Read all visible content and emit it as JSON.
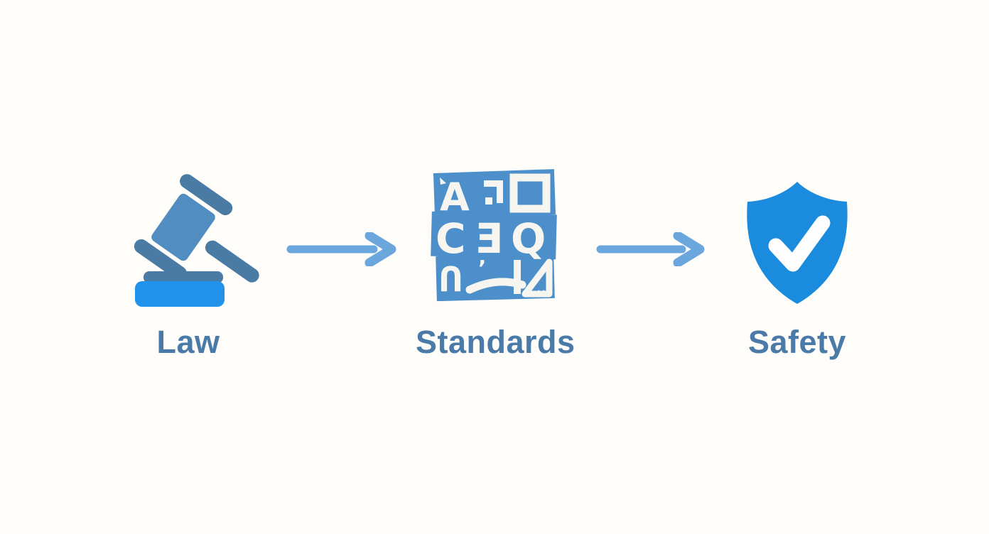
{
  "diagram": {
    "background": "#fffdfa",
    "flow_direction": "left-to-right",
    "nodes": [
      {
        "id": "law",
        "label": "Law",
        "icon": "gavel-icon"
      },
      {
        "id": "standards",
        "label": "Standards",
        "icon": "certification-stamp-icon"
      },
      {
        "id": "safety",
        "label": "Safety",
        "icon": "shield-check-icon"
      }
    ],
    "connectors": [
      {
        "from": "law",
        "to": "standards",
        "type": "arrow-right"
      },
      {
        "from": "standards",
        "to": "safety",
        "type": "arrow-right"
      }
    ],
    "colors": {
      "label_text": "#4a7aa8",
      "arrow": "#6ba7dc",
      "gavel_head": "#528dc2",
      "gavel_dark": "#4a7ba4",
      "gavel_base": "#2192ea",
      "stamp_blue": "#4d8fca",
      "stamp_glyph_white": "#f7f5ef",
      "shield_blue": "#1b8cdd",
      "check_white": "#fefefe"
    },
    "stamp_glyphs": {
      "r1c1": "A",
      "r2c1": "C",
      "r2c2": "Ǝ",
      "r2c3": "Q",
      "r3c1": "Ո",
      "r3c2": "’",
      "corner_mark": "×"
    }
  }
}
